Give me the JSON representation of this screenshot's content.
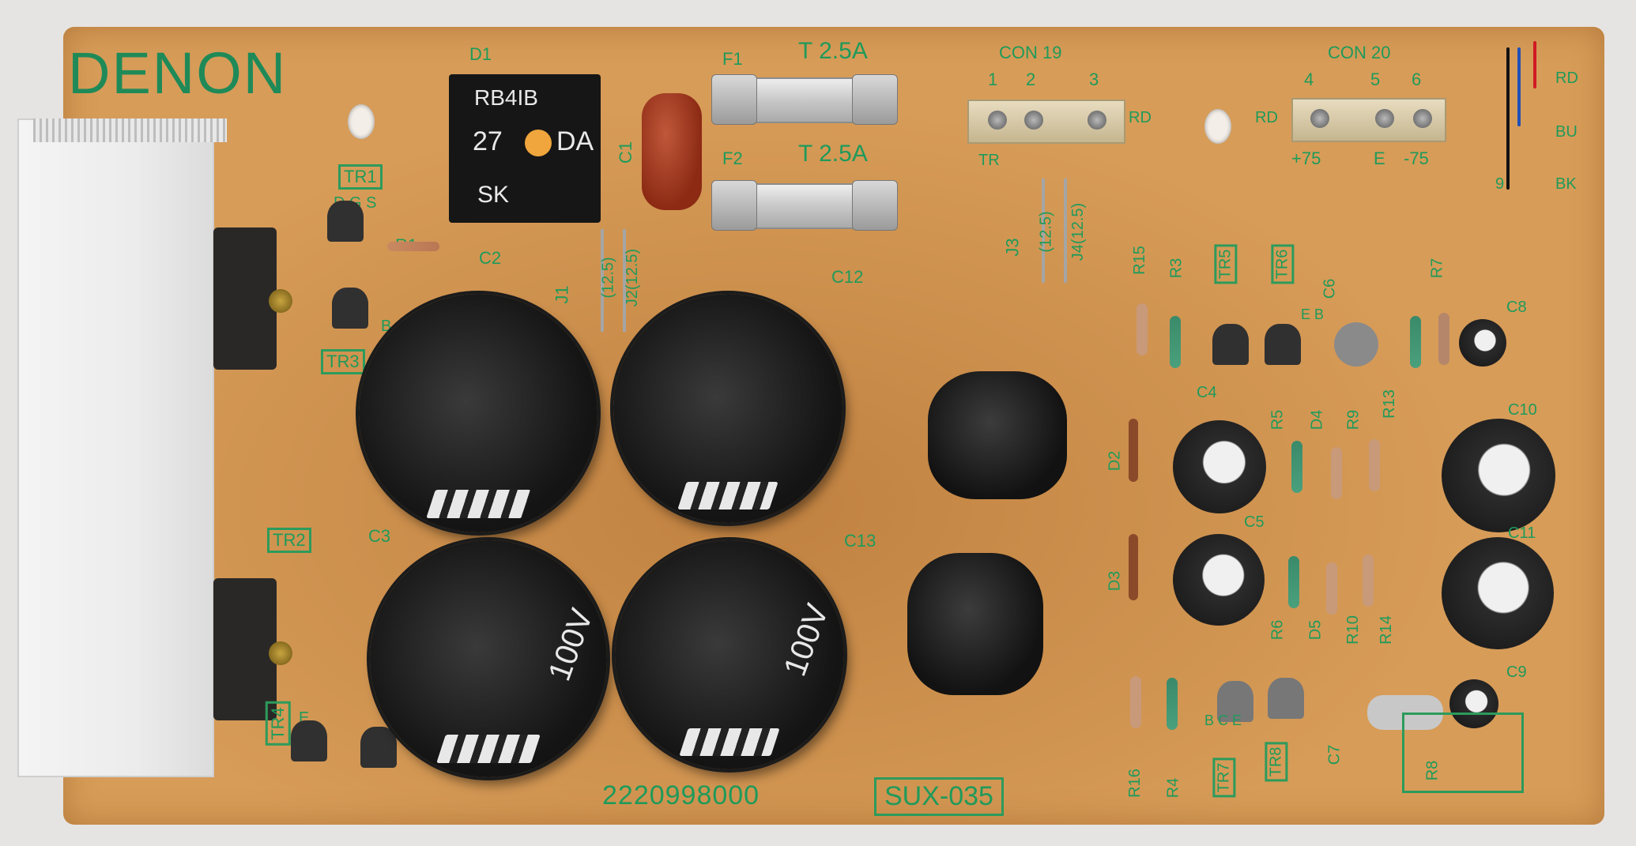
{
  "board": {
    "brand": "DENON",
    "part_number": "2220998000",
    "model": "SUX-035"
  },
  "bridge_rectifier": {
    "designator": "D1",
    "line1": "RB4IB",
    "line2_left": "27",
    "line2_right": "DA",
    "line3": "SK"
  },
  "fuses": [
    {
      "designator": "F1",
      "rating": "T 2.5A"
    },
    {
      "designator": "F2",
      "rating": "T 2.5A"
    }
  ],
  "capacitor_c1": "C1",
  "connectors": {
    "con19": {
      "label": "CON 19",
      "pins": [
        "1",
        "2",
        "3"
      ],
      "left": "TR",
      "right": "RD"
    },
    "con20": {
      "label": "CON 20",
      "pins": [
        "4",
        "5",
        "6"
      ],
      "left": "RD",
      "bottom": [
        "+75",
        "E",
        "-75"
      ]
    },
    "wire_labels": [
      "RD",
      "BU",
      "BK"
    ],
    "wire_pin_label": "9"
  },
  "jumpers": {
    "j1": "J1",
    "j1_val": "(12.5)",
    "j2": "J2(12.5)",
    "j3": "J3",
    "j3_val": "(12.5)",
    "j4": "J4(12.5)"
  },
  "big_caps": [
    "C2",
    "C12",
    "C3",
    "C13"
  ],
  "cap_ratings": [
    "100V",
    "100V"
  ],
  "transistors_left": [
    "TR1",
    "TR3",
    "TR2",
    "TR4"
  ],
  "resistor_r1": "R1",
  "pin_labels": {
    "dgs": "D G S",
    "b": "B",
    "e": "E",
    "e2": "E",
    "eb": "E B",
    "bce": "B C E"
  },
  "right_section": {
    "labels_top": [
      "R15",
      "R3",
      "TR5",
      "TR6",
      "C6",
      "R7",
      "C8"
    ],
    "labels_mid": [
      "C4",
      "R5",
      "D4",
      "R9",
      "R13",
      "C10",
      "D2"
    ],
    "labels_low": [
      "C5",
      "C11",
      "D3",
      "R6",
      "D5",
      "R10",
      "R14"
    ],
    "labels_bottom": [
      "R16",
      "R4",
      "TR7",
      "TR8",
      "C7",
      "R8",
      "C9"
    ]
  }
}
